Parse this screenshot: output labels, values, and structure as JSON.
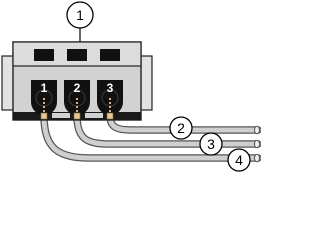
{
  "callouts": [
    {
      "id": "connector",
      "label": "1"
    },
    {
      "id": "wire-a",
      "label": "2"
    },
    {
      "id": "wire-b",
      "label": "3"
    },
    {
      "id": "wire-c",
      "label": "4"
    }
  ],
  "pins": [
    {
      "label": "1"
    },
    {
      "label": "2"
    },
    {
      "label": "3"
    }
  ],
  "colors": {
    "connector_body": "#d2d2d2",
    "connector_outline": "#222222",
    "side_tab": "#e2e2e2",
    "slot": "#111111",
    "pin_socket": "#111111",
    "wire_fill": "#cfcfcf",
    "wire_outline": "#555555",
    "terminal": "#e6c890"
  }
}
